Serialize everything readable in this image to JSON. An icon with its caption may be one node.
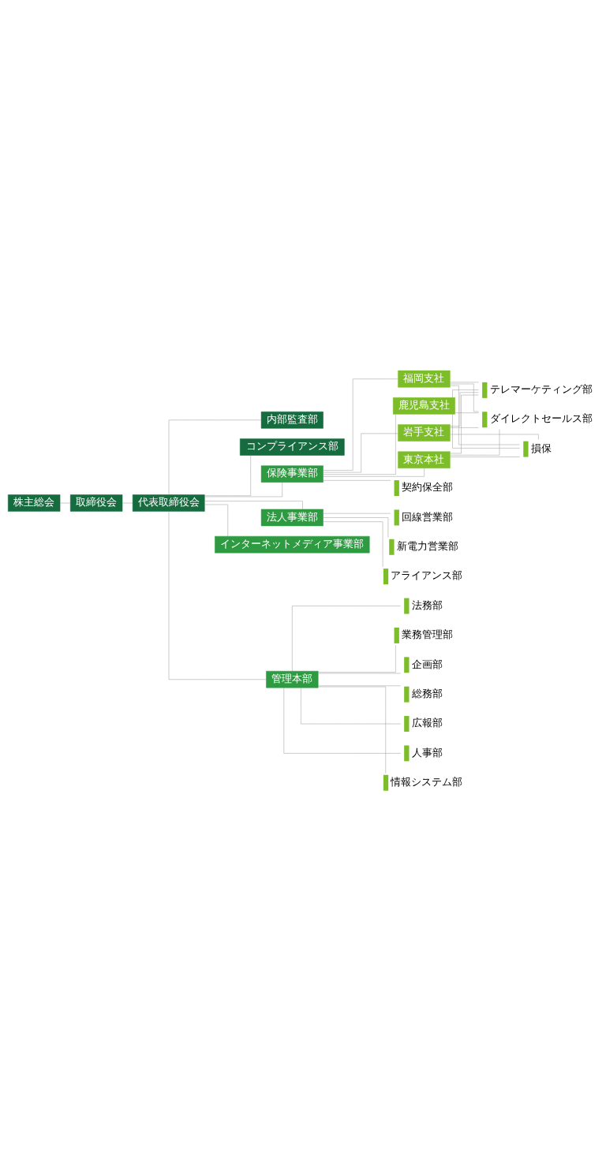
{
  "diagram": {
    "nodes": [
      {
        "text": [
          "株主総会"
        ]
      },
      {
        "text": [
          "取締役会"
        ]
      },
      {
        "text": [
          "代表取締役会"
        ]
      },
      {
        "text": [
          "内部監査部"
        ]
      },
      {
        "text": [
          "コンプライアンス部"
        ]
      },
      {
        "text": [
          "保険事業部"
        ]
      },
      {
        "text": [
          "東京本社"
        ]
      },
      {
        "text": [
          "福岡支社"
        ]
      },
      {
        "text": [
          "鹿児島支社"
        ]
      },
      {
        "text": [
          "岩手支社"
        ]
      },
      {
        "text": [
          "テレマーケティング部"
        ]
      },
      {
        "text": [
          "ダイレクトセールス部"
        ]
      },
      {
        "text": [
          "損保"
        ]
      },
      {
        "text": [
          "契約保全部"
        ]
      },
      {
        "text": [
          "法人事業部"
        ]
      },
      {
        "text": [
          "回線営業部"
        ]
      },
      {
        "text": [
          "新電力営業部"
        ]
      },
      {
        "text": [
          "アライアンス部"
        ]
      },
      {
        "text": [
          "インターネットメディア事業部"
        ]
      },
      {
        "text": [
          "管理本部"
        ]
      },
      {
        "text": [
          "総務部"
        ]
      },
      {
        "text": [
          "広報部"
        ]
      },
      {
        "text": [
          "人事部"
        ]
      },
      {
        "text": [
          "情報システム部"
        ]
      },
      {
        "text": [
          "法務部"
        ]
      },
      {
        "text": [
          "業務管理部"
        ]
      },
      {
        "text": [
          "企画部"
        ]
      }
    ],
    "edges": [
      {
        "from": 0,
        "to": 1,
        "arrow": "none"
      },
      {
        "from": 1,
        "to": 2,
        "arrow": "none"
      },
      {
        "from": 2,
        "to": 3,
        "arrow": "none"
      },
      {
        "from": 2,
        "to": 4,
        "arrow": "none"
      },
      {
        "from": 2,
        "to": 5,
        "arrow": "none"
      },
      {
        "from": 5,
        "to": 6,
        "arrow": "none"
      },
      {
        "from": 5,
        "to": 7,
        "arrow": "none"
      },
      {
        "from": 5,
        "to": 8,
        "arrow": "none"
      },
      {
        "from": 5,
        "to": 9,
        "arrow": "none"
      },
      {
        "from": 6,
        "to": 10,
        "arrow": "none"
      },
      {
        "from": 6,
        "to": 11,
        "arrow": "none"
      },
      {
        "from": 6,
        "to": 12,
        "arrow": "none"
      },
      {
        "from": 7,
        "to": 10,
        "arrow": "none"
      },
      {
        "from": 7,
        "to": 11,
        "arrow": "none"
      },
      {
        "from": 7,
        "to": 12,
        "arrow": "none"
      },
      {
        "from": 8,
        "to": 10,
        "arrow": "none"
      },
      {
        "from": 8,
        "to": 11,
        "arrow": "none"
      },
      {
        "from": 8,
        "to": 12,
        "arrow": "none"
      },
      {
        "from": 9,
        "to": 10,
        "arrow": "none"
      },
      {
        "from": 9,
        "to": 11,
        "arrow": "none"
      },
      {
        "from": 9,
        "to": 12,
        "arrow": "none"
      },
      {
        "from": 5,
        "to": 13,
        "arrow": "none"
      },
      {
        "from": 2,
        "to": 14,
        "arrow": "none"
      },
      {
        "from": 14,
        "to": 15,
        "arrow": "none"
      },
      {
        "from": 14,
        "to": 16,
        "arrow": "none"
      },
      {
        "from": 14,
        "to": 17,
        "arrow": "none"
      },
      {
        "from": 2,
        "to": 18,
        "arrow": "none"
      },
      {
        "from": 2,
        "to": 19,
        "arrow": "none"
      },
      {
        "from": 19,
        "to": 20,
        "arrow": "none"
      },
      {
        "from": 19,
        "to": 21,
        "arrow": "none"
      },
      {
        "from": 19,
        "to": 22,
        "arrow": "none"
      },
      {
        "from": 19,
        "to": 23,
        "arrow": "none"
      },
      {
        "from": 19,
        "to": 24,
        "arrow": "none"
      },
      {
        "from": 19,
        "to": 25,
        "arrow": "none"
      },
      {
        "from": 19,
        "to": 26,
        "arrow": "none"
      }
    ]
  }
}
